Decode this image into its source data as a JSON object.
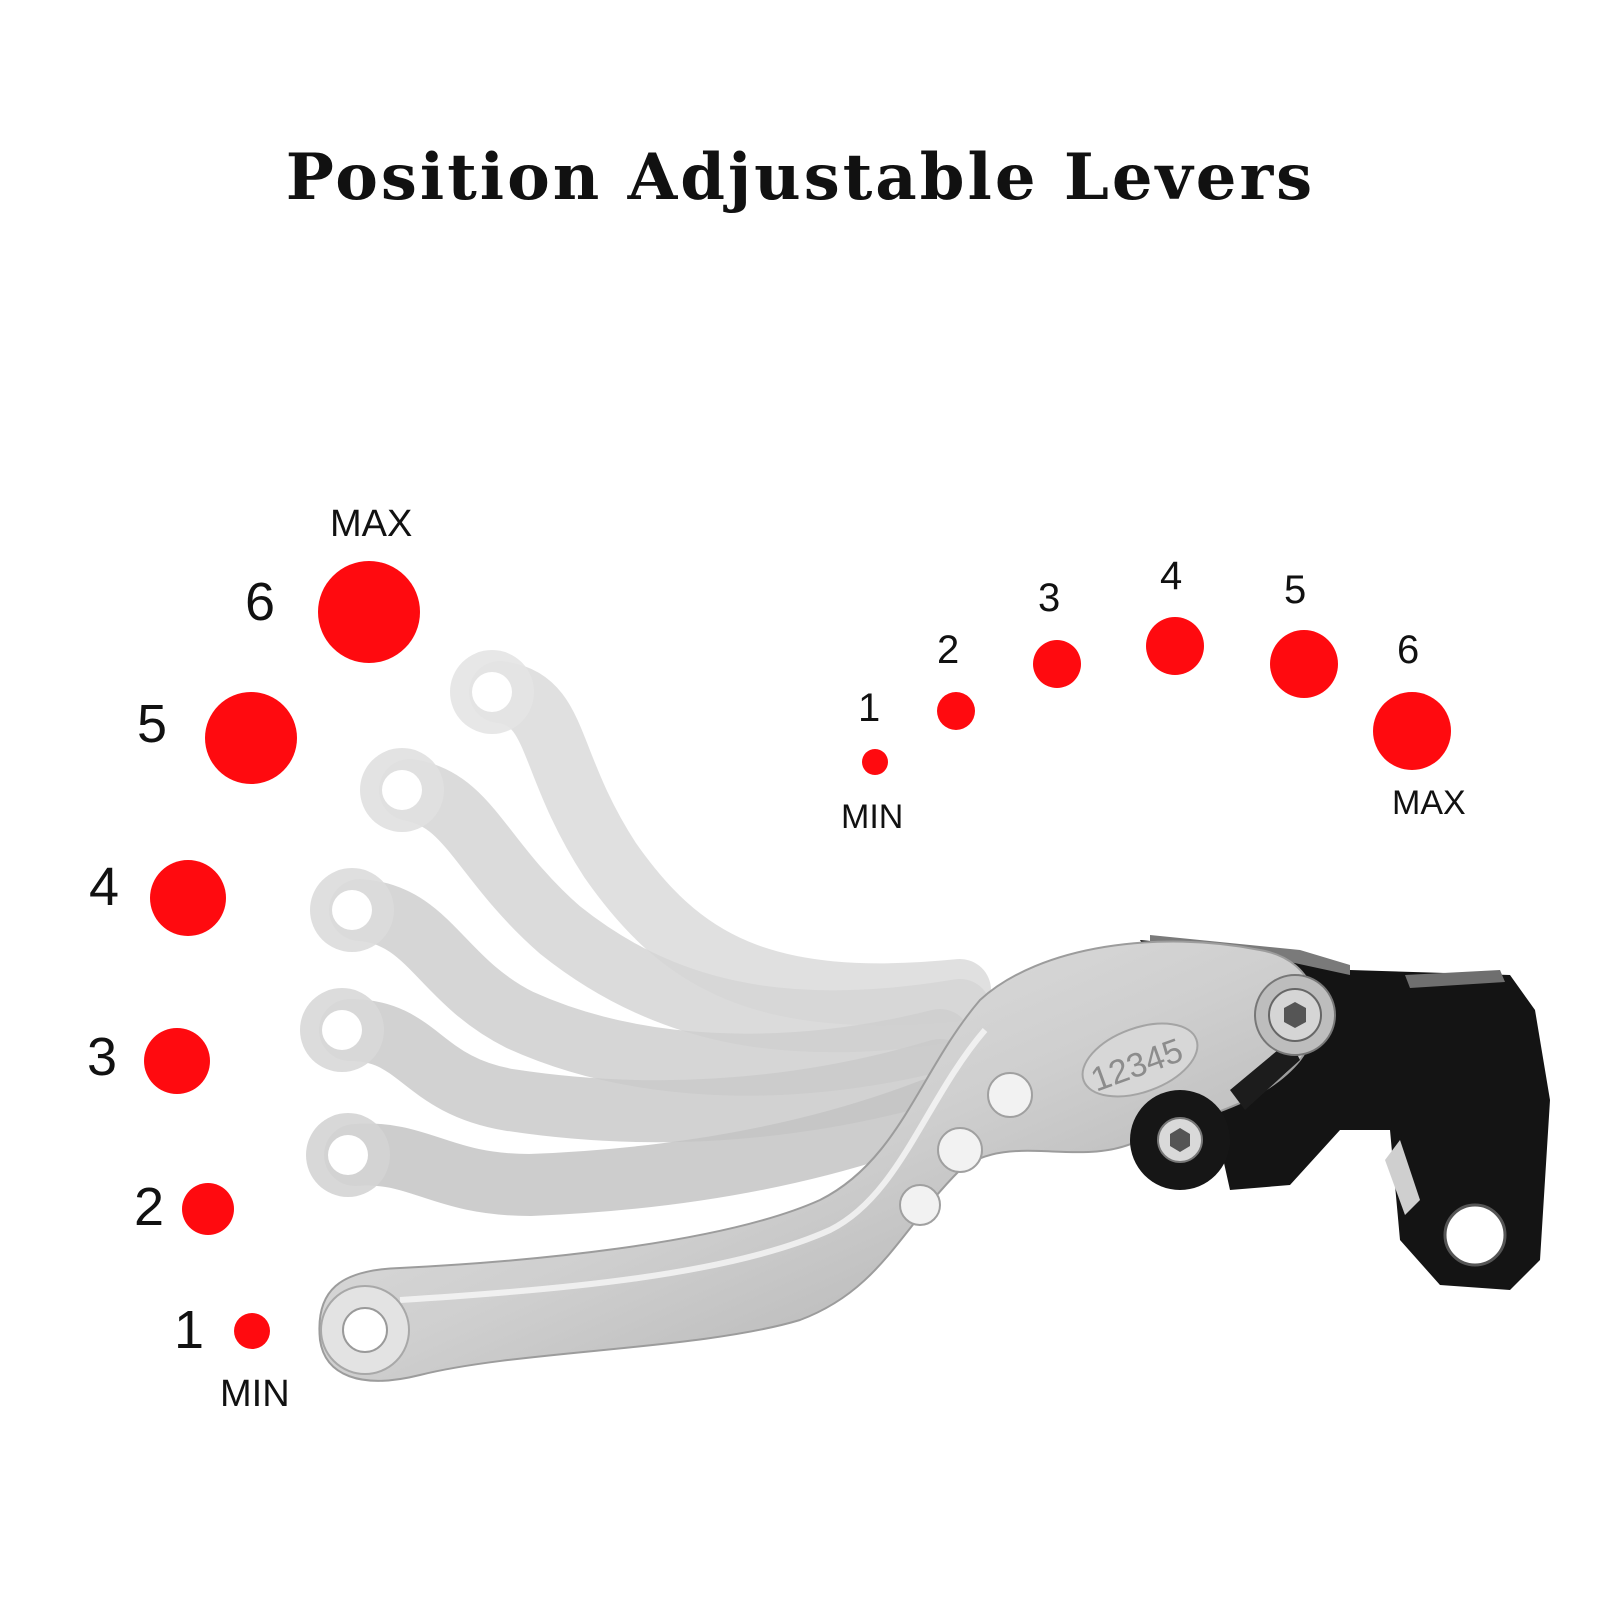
{
  "title": "Position Adjustable Levers",
  "accent": "#ff0a0f",
  "left_scale": {
    "max_label": "MAX",
    "min_label": "MIN",
    "positions": [
      "1",
      "2",
      "3",
      "4",
      "5",
      "6"
    ]
  },
  "right_scale": {
    "max_label": "MAX",
    "min_label": "MIN",
    "positions": [
      "1",
      "2",
      "3",
      "4",
      "5",
      "6"
    ]
  },
  "dial_marks": "12345",
  "icons": {
    "lever_ghosts": "lever-ghost-icon",
    "lever_main": "brake-lever-icon",
    "bracket": "lever-bracket-icon",
    "bolt": "hex-bolt-icon"
  }
}
